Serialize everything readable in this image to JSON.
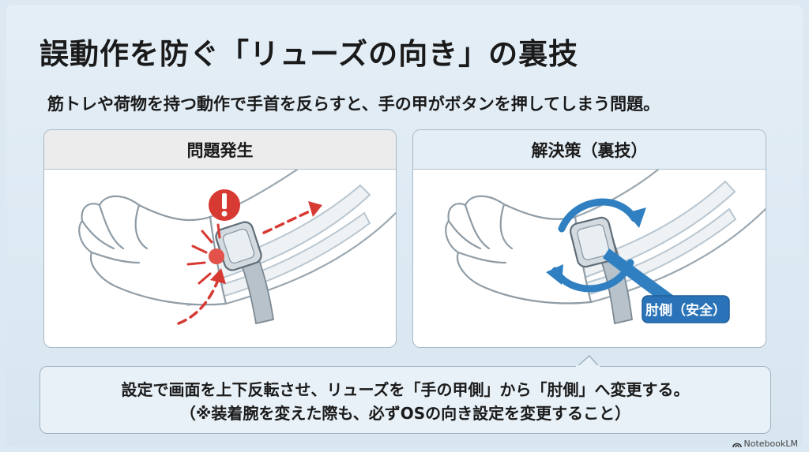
{
  "title": "誤動作を防ぐ「リューズの向き」の裏技",
  "subtitle": "筋トレや荷物を持つ動作で手首を反らすと、手の甲がボタンを押してしまう問題。",
  "panels": {
    "problem": {
      "heading": "問題発生"
    },
    "solution": {
      "heading": "解決策（裏技）",
      "label": "肘側（安全）"
    }
  },
  "callout": {
    "line1": "設定で画面を上下反転させ、リューズを「手の甲側」から「肘側」へ変更する。",
    "line2": "（※装着腕を変えた際も、必ずOSの向き設定を変更すること）"
  },
  "brand": "NotebookLM",
  "colors": {
    "alert": "#d63a32",
    "accent": "#2f7fc1",
    "label_bg": "#2a73b8"
  }
}
